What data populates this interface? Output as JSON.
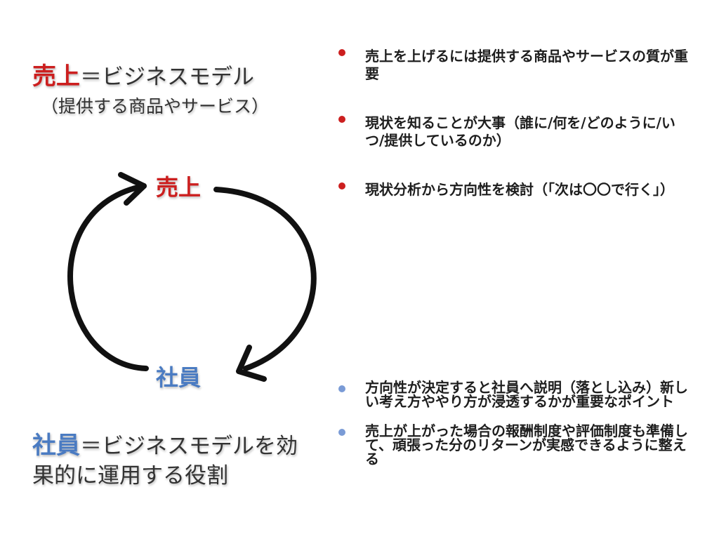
{
  "definitions": {
    "sales": {
      "key": "売上",
      "rest": "＝ビジネスモデル",
      "sub": "（提供する商品やサービス）"
    },
    "staff": {
      "key": "社員",
      "rest": "＝ビジネスモデルを効",
      "line2": "果的に運用する役割"
    }
  },
  "cycle": {
    "top_label": "売上",
    "bottom_label": "社員"
  },
  "bullets_top": [
    "売上を上げるには提供する商品やサービスの質が重要",
    "現状を知ることが大事（誰に/何を/どのように/いつ/提供しているのか）",
    "現状分析から方向性を検討（「次は〇〇で行く」）"
  ],
  "bullets_bottom": [
    "方向性が決定すると社員へ説明（落とし込み）新しい考え方ややり方が浸透するかが重要なポイント",
    "売上が上がった場合の報酬制度や評価制度も準備して、頑張った分のリターンが実感できるように整える"
  ],
  "colors": {
    "sales_red": "#cc1f1f",
    "staff_blue": "#4a7bc2",
    "bullet_blue": "#7a9bd6",
    "arrow": "#111111"
  }
}
